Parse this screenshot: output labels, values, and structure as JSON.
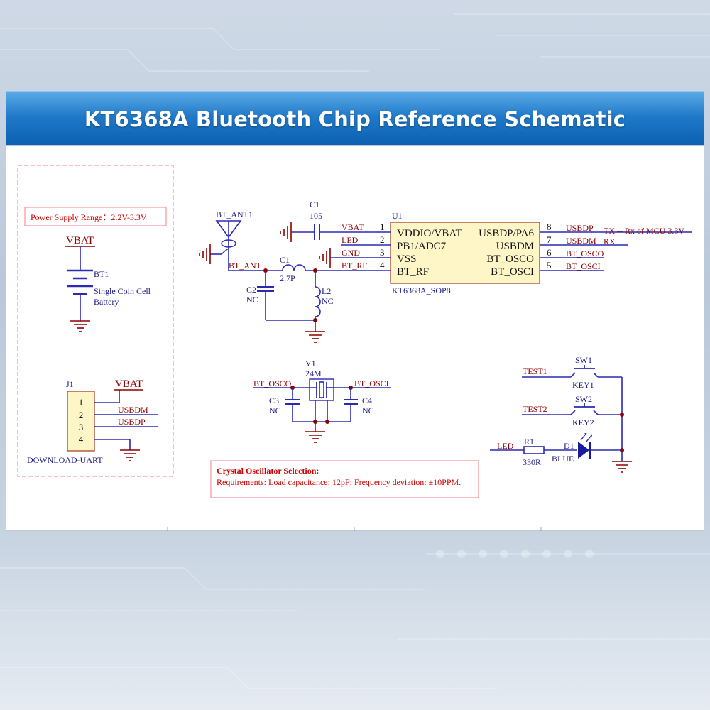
{
  "title": "KT6368A Bluetooth Chip Reference Schematic",
  "colors": {
    "wire": "#2a2ab4",
    "net": "#8b0000",
    "component": "#1a1aa0",
    "ground": "#8b0000",
    "chip_fill": "#fff6c8",
    "chip_border": "#9b3a1a",
    "note_border": "#f08080",
    "note_text": "#cc0000",
    "banner": "#1f79c8"
  },
  "power": {
    "range_label": "Power Supply Range：2.2V-3.3V",
    "vbat_label": "VBAT",
    "battery_ref": "BT1",
    "battery_desc_1": "Single Coin Cell",
    "battery_desc_2": "Battery"
  },
  "connector": {
    "ref": "J1",
    "name": "DOWNLOAD-UART",
    "vbat_label": "VBAT",
    "pins": [
      "1",
      "2",
      "3",
      "4"
    ],
    "nets": [
      "USBDM",
      "USBDP"
    ]
  },
  "antenna": {
    "ref": "BT_ANT1",
    "net": "BT_ANT",
    "c1_ref": "C1",
    "c1_value": "2.7P",
    "c2_ref": "C2",
    "c2_value": "NC",
    "l2_ref": "L2",
    "l2_value": "NC"
  },
  "chip": {
    "ref": "U1",
    "package": "KT6368A_SOP8",
    "decoupling_ref": "C1",
    "decoupling_value": "105",
    "left_pins": [
      {
        "num": "1",
        "name": "VDDIO/VBAT",
        "net": "VBAT"
      },
      {
        "num": "2",
        "name": "PB1/ADC7",
        "net": "LED"
      },
      {
        "num": "3",
        "name": "VSS",
        "net": "GND"
      },
      {
        "num": "4",
        "name": "BT_RF",
        "net": "BT_RF"
      }
    ],
    "right_pins": [
      {
        "num": "8",
        "name": "USBDP/PA6",
        "net": "USBDP",
        "note": "TX  -- Rx of MCU 3.3V"
      },
      {
        "num": "7",
        "name": "USBDM",
        "net": "USBDM",
        "note": "RX"
      },
      {
        "num": "6",
        "name": "BT_OSCO",
        "net": "BT_OSCO",
        "note": ""
      },
      {
        "num": "5",
        "name": "BT_OSCI",
        "net": "BT_OSCI",
        "note": ""
      }
    ]
  },
  "crystal": {
    "ref": "Y1",
    "value": "24M",
    "net_left": "BT_OSCO",
    "net_right": "BT_OSCI",
    "c3_ref": "C3",
    "c3_value": "NC",
    "c4_ref": "C4",
    "c4_value": "NC",
    "note_title": "Crystal Oscillator Selection:",
    "note_text": "Requirements: Load capacitance: 12pF; Frequency deviation: ±10PPM."
  },
  "keys": {
    "sw1_ref": "SW1",
    "sw1_net": "TEST1",
    "sw1_label": "KEY1",
    "sw2_ref": "SW2",
    "sw2_net": "TEST2",
    "sw2_label": "KEY2"
  },
  "led": {
    "net": "LED",
    "r_ref": "R1",
    "r_value": "330R",
    "d_ref": "D1",
    "d_color": "BLUE"
  }
}
